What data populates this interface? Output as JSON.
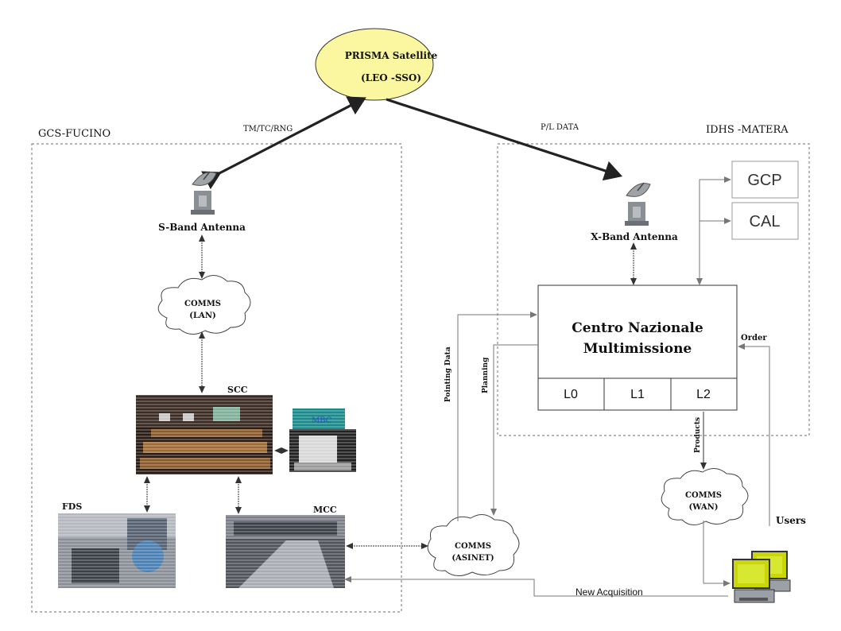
{
  "satellite": {
    "name": "PRISMA Satellite",
    "orbit": "(LEO -SSO)"
  },
  "links": {
    "uplink": "TM/TC/RNG",
    "payload": "P/L DATA"
  },
  "gcs": {
    "title": "GCS-FUCINO",
    "s_band": "S-Band Antenna",
    "comms_lan": {
      "line1": "COMMS",
      "line2": "(LAN)"
    },
    "scc": "SCC",
    "mbc": "MBC",
    "fds": "FDS",
    "mcc": "MCC"
  },
  "idhs": {
    "title": "IDHS -MATERA",
    "x_band": "X-Band Antenna",
    "gcp": "GCP",
    "cal": "CAL",
    "cnm": {
      "line1": "Centro Nazionale",
      "line2": "Multimissione"
    },
    "levels": [
      "L0",
      "L1",
      "L2"
    ]
  },
  "labels": {
    "order": "Order",
    "pointing": "Pointing Data",
    "planning": "Planning",
    "products": "Products",
    "users": "Users",
    "new_acq": "New Acquisition"
  },
  "comms_wan": {
    "line1": "COMMS",
    "line2": "(WAN)"
  },
  "comms_asinet": {
    "line1": "COMMS",
    "line2": "(ASINET)"
  },
  "colors": {
    "satellite_fill": "#fbf7a0",
    "terminal_screen": "#c8d60a"
  }
}
